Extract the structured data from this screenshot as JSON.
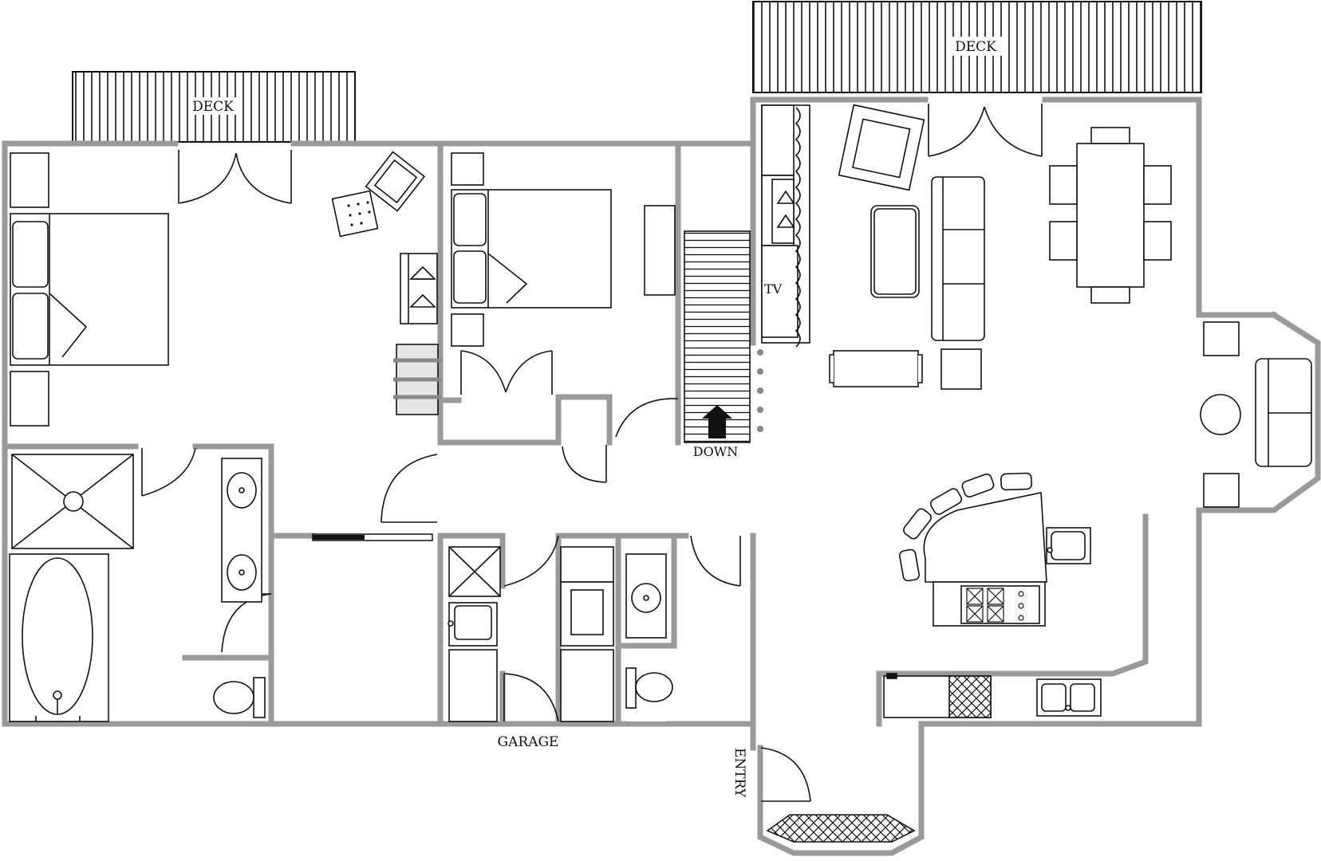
{
  "labels": {
    "deck_left": "DECK",
    "deck_right": "DECK",
    "tv": "TV",
    "down": "DOWN",
    "garage": "GARAGE",
    "entry": "ENTRY"
  },
  "colors": {
    "wall": "#9a9a9a",
    "line": "#111111",
    "fill": "#ffffff",
    "dark": "#111111",
    "light_fill": "#e6e6e6"
  }
}
